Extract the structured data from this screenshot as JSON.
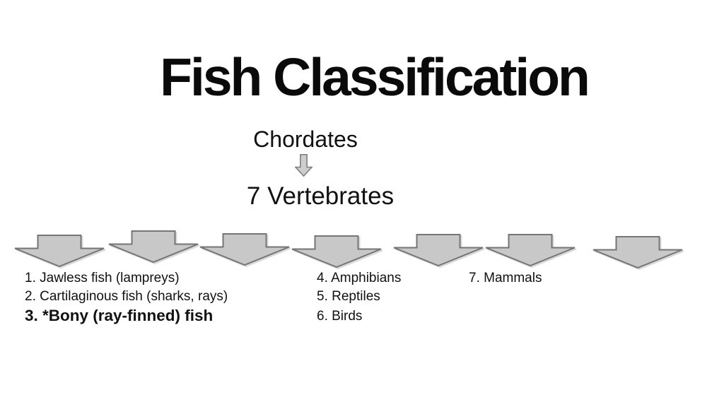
{
  "slide": {
    "title": "Fish Classification",
    "flow": {
      "top_label": "Chordates",
      "bottom_label": "7 Vertebrates"
    },
    "left_list": [
      "1. Jawless fish (lampreys)",
      "2. Cartilaginous fish (sharks, rays)",
      "3. *Bony (ray-finned) fish"
    ],
    "middle_list": [
      "4. Amphibians",
      "5. Reptiles",
      "6. Birds"
    ],
    "right_list": [
      "7. Mammals"
    ],
    "arrow_count": "7"
  },
  "colors": {
    "background": "#ffffff",
    "text": "#111111",
    "arrow_fill": "#c8c8c8",
    "arrow_stroke": "#757575",
    "small_arrow_fill": "#cdcdcd",
    "small_arrow_stroke": "#828282"
  }
}
